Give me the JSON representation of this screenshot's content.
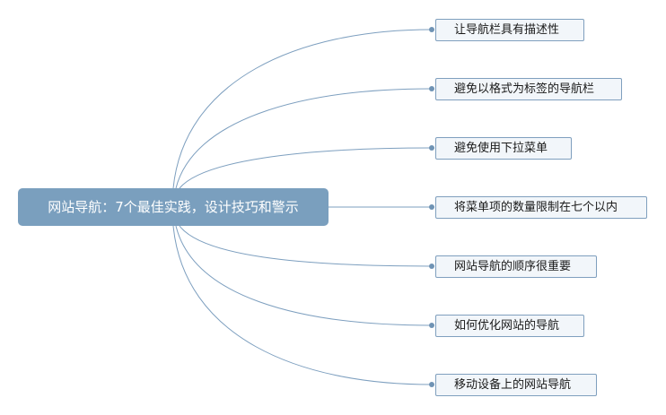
{
  "diagram": {
    "root": {
      "label": "网站导航：7个最佳实践，设计技巧和警示"
    },
    "branches": [
      {
        "label": "让导航栏具有描述性"
      },
      {
        "label": "避免以格式为标签的导航栏"
      },
      {
        "label": "避免使用下拉菜单"
      },
      {
        "label": "将菜单项的数量限制在七个以内"
      },
      {
        "label": "网站导航的顺序很重要"
      },
      {
        "label": "如何优化网站的导航"
      },
      {
        "label": "移动设备上的网站导航"
      }
    ]
  },
  "colors": {
    "root_fill": "#7a9fbe",
    "node_border": "#7f9fbe",
    "node_fill": "#f2f6fa",
    "link": "#7d9fbf"
  }
}
